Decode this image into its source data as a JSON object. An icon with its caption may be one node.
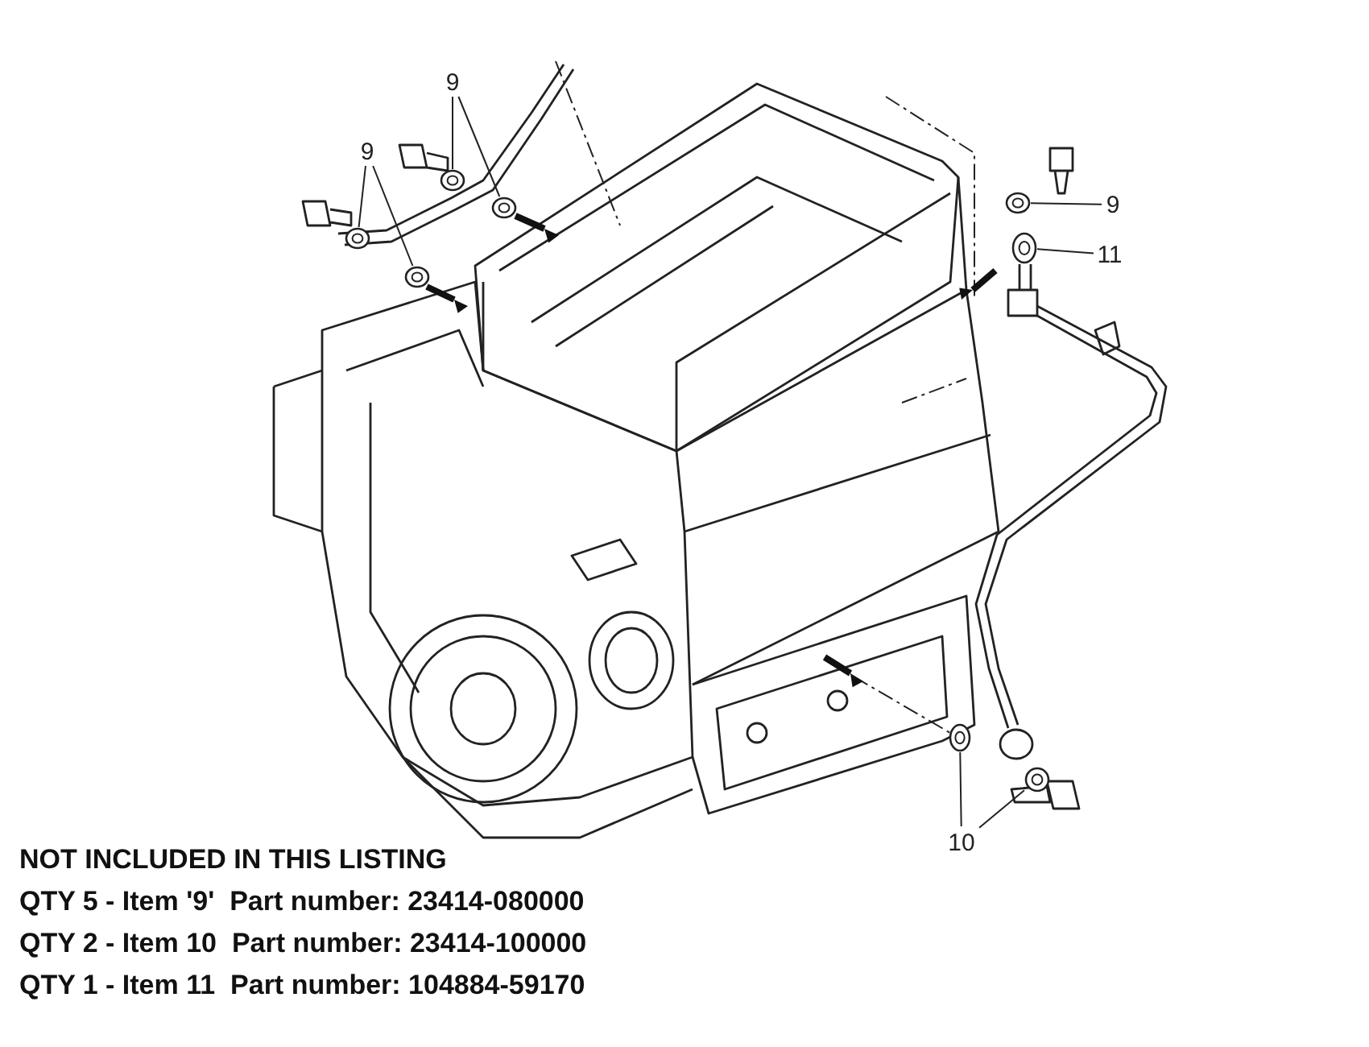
{
  "diagram": {
    "nodes": [
      {
        "text": [
          "9"
        ]
      },
      {
        "text": [],
        "shape": "circle"
      },
      {
        "text": [],
        "shape": "circle"
      },
      {
        "text": [
          "9"
        ]
      },
      {
        "text": [],
        "shape": "circle"
      },
      {
        "text": [],
        "shape": "circle"
      },
      {
        "text": [
          "9"
        ]
      },
      {
        "text": [],
        "shape": "circle"
      },
      {
        "text": [
          "11"
        ]
      },
      {
        "text": [],
        "shape": "circle"
      },
      {
        "text": [
          "10"
        ]
      },
      {
        "text": [],
        "shape": "circle"
      },
      {
        "text": [],
        "shape": "circle"
      }
    ],
    "edges": [
      {
        "from": 0,
        "to": 1,
        "arrow": "none"
      },
      {
        "from": 0,
        "to": 2,
        "arrow": "none"
      },
      {
        "from": 3,
        "to": 4,
        "arrow": "none"
      },
      {
        "from": 3,
        "to": 5,
        "arrow": "none"
      },
      {
        "from": 6,
        "to": 7,
        "arrow": "none"
      },
      {
        "from": 8,
        "to": 9,
        "arrow": "none"
      },
      {
        "from": 10,
        "to": 11,
        "arrow": "none"
      },
      {
        "from": 10,
        "to": 12,
        "arrow": "none"
      }
    ],
    "labels": [
      "NOT INCLUDED IN THIS LISTING",
      "QTY 5 - Item '9'  Part number: 23414-080000",
      "QTY 2 - Item 10  Part number: 23414-100000",
      "QTY 1 - Item 11  Part number: 104884-59170"
    ]
  }
}
